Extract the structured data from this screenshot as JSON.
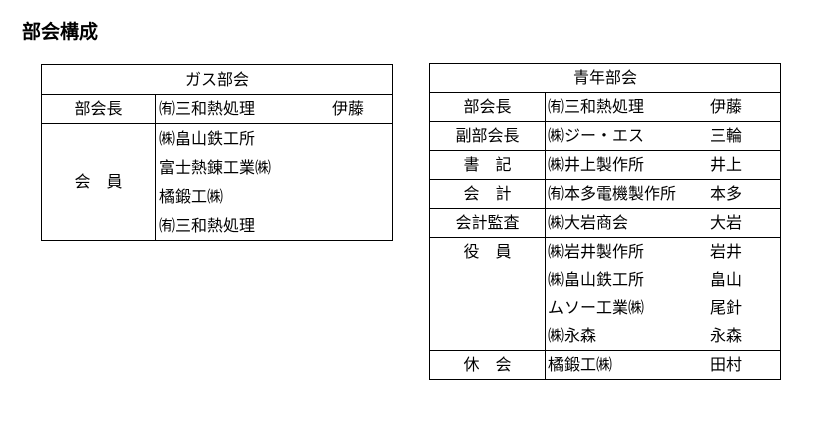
{
  "page_title": "部会構成",
  "gas": {
    "title": "ガス部会",
    "head_role": "部会長",
    "head_org": "㈲三和熱処理",
    "head_person": "伊藤",
    "member_role": "会　員",
    "members": [
      "㈱畠山鉄工所",
      "富士熱錬工業㈱",
      "橘鍛工㈱",
      "㈲三和熱処理"
    ]
  },
  "youth": {
    "title": "青年部会",
    "rows": [
      {
        "role": "部会長",
        "org": "㈲三和熱処理",
        "person": "伊藤"
      },
      {
        "role": "副部会長",
        "org": "㈱ジー・エス",
        "person": "三輪"
      },
      {
        "role": "書　記",
        "org": "㈱井上製作所",
        "person": "井上"
      },
      {
        "role": "会　計",
        "org": "㈲本多電機製作所",
        "person": "本多"
      },
      {
        "role": "会計監査",
        "org": "㈱大岩商会",
        "person": "大岩"
      }
    ],
    "officer_role": "役　員",
    "officers": [
      {
        "org": "㈱岩井製作所",
        "person": "岩井"
      },
      {
        "org": "㈱畠山鉄工所",
        "person": "畠山"
      },
      {
        "org": "ムソー工業㈱",
        "person": "尾針"
      },
      {
        "org": "㈱永森",
        "person": "永森"
      }
    ],
    "leave_role": "休　会",
    "leave_org": "橘鍛工㈱",
    "leave_person": "田村"
  }
}
